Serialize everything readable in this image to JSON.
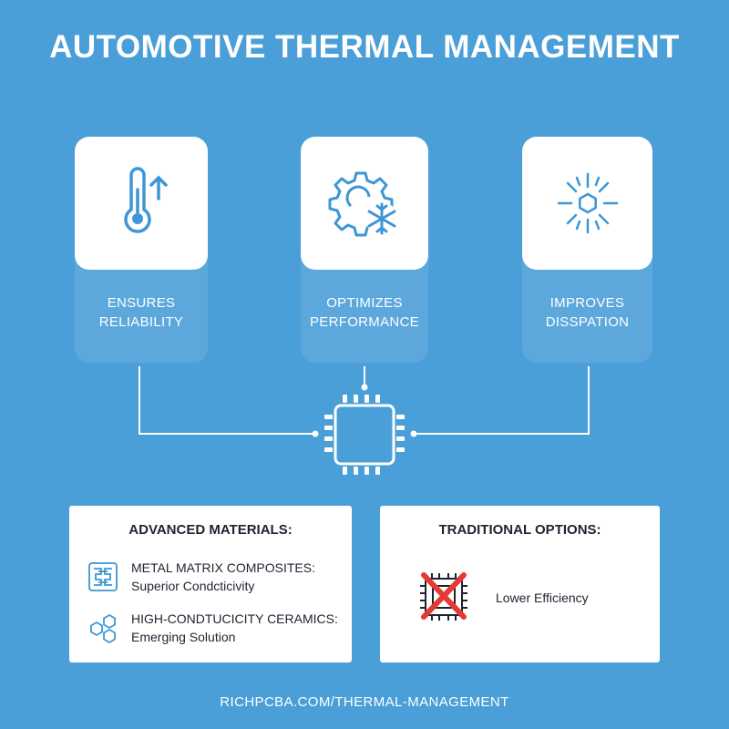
{
  "title": "AUTOMOTIVE THERMAL MANAGEMENT",
  "cards": [
    {
      "line1": "ENSURES",
      "line2": "RELIABILITY",
      "icon": "thermometer-up-icon"
    },
    {
      "line1": "OPTIMIZES",
      "line2": "PERFORMANCE",
      "icon": "gear-snowflake-icon"
    },
    {
      "line1": "IMPROVES",
      "line2": "DISSPATION",
      "icon": "heat-dissipation-icon"
    }
  ],
  "advanced": {
    "title": "ADVANCED MATERIALS:",
    "items": [
      {
        "name": "METAL MATRIX COMPOSITES:",
        "desc": "Superior Condcticivity",
        "icon": "composite-grid-icon"
      },
      {
        "name": "HIGH-CONDTUCICITY CERAMICS:",
        "desc": "Emerging Solution",
        "icon": "hexagon-cells-icon"
      }
    ]
  },
  "traditional": {
    "title": "TRADITIONAL OPTIONS:",
    "desc": "Lower Efficiency",
    "icon": "crossed-chip-icon"
  },
  "footer": "RICHPCBA.COM/THERMAL-MANAGEMENT",
  "colors": {
    "background": "#4a9fd8",
    "accent": "#3d97d6",
    "cross": "#e53935",
    "text_dark": "#1d2430"
  }
}
